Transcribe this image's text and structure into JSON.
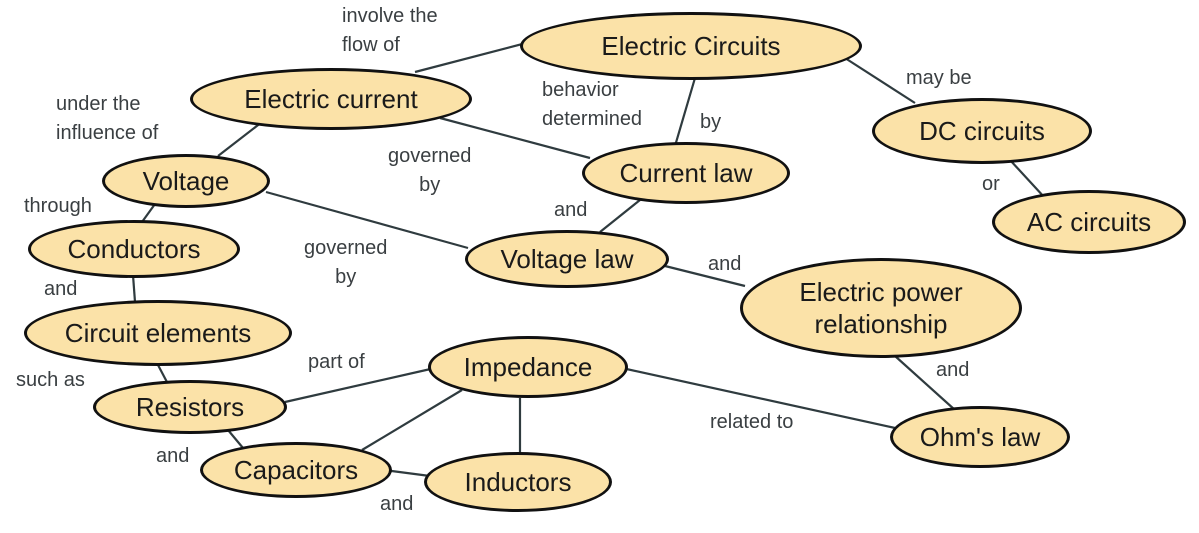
{
  "diagram": {
    "nodes": {
      "electric_circuits": "Electric Circuits",
      "electric_current": "Electric current",
      "dc_circuits": "DC circuits",
      "ac_circuits": "AC circuits",
      "current_law": "Current law",
      "voltage": "Voltage",
      "conductors": "Conductors",
      "voltage_law": "Voltage law",
      "electric_power": "Electric power\nrelationship",
      "circuit_elements": "Circuit elements",
      "impedance": "Impedance",
      "resistors": "Resistors",
      "ohms_law": "Ohm's law",
      "capacitors": "Capacitors",
      "inductors": "Inductors"
    },
    "edge_labels": {
      "involve_flow": "involve the\nflow of",
      "may_be": "may be",
      "or": "or",
      "behavior_determined": "behavior\ndetermined",
      "by_current_law": "by",
      "under_influence": "under the\ninfluence of",
      "governed_by_current": "governed\nby",
      "through": "through",
      "and_current_voltage_law": "and",
      "governed_by_voltage": "governed\nby",
      "and_voltage_power": "and",
      "and_conductors_elements": "and",
      "and_power_ohm": "and",
      "part_of": "part of",
      "such_as": "such as",
      "related_to": "related to",
      "and_resistors_capacitors": "and",
      "and_capacitors_inductors": "and"
    }
  }
}
